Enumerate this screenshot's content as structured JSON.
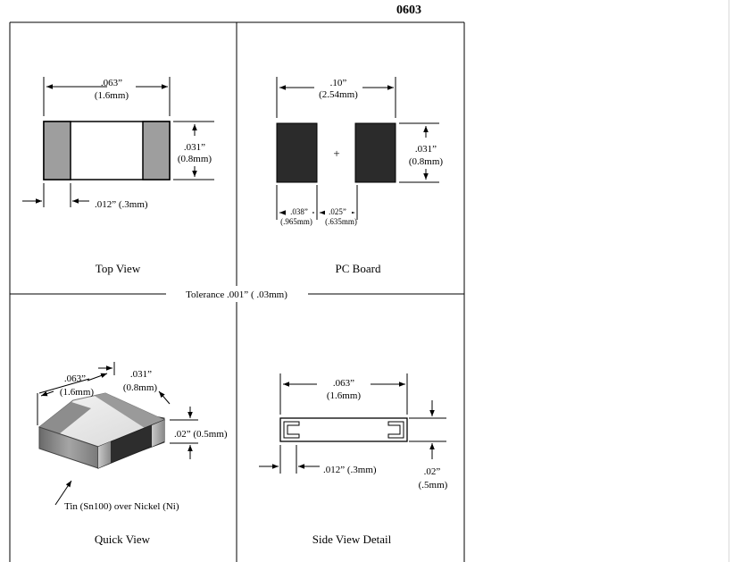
{
  "title": "0603",
  "tolerance": "Tolerance .001” ( .03mm)",
  "top_view": {
    "label": "Top View",
    "length_in": ".063”",
    "length_mm": "(1.6mm)",
    "width_in": ".031”",
    "width_mm": "(0.8mm)",
    "terminal": ".012” (.3mm)"
  },
  "pc_board": {
    "label": "PC Board",
    "pitch_in": ".10”",
    "pitch_mm": "(2.54mm)",
    "pad_height_in": ".031”",
    "pad_height_mm": "(0.8mm)",
    "pad_width_in": ".038”",
    "pad_width_mm": "(.965mm)",
    "gap_in": ".025”",
    "gap_mm": "(.635mm)",
    "center_mark": "+"
  },
  "quick_view": {
    "label": "Quick View",
    "length_in": ".063”",
    "length_mm": "(1.6mm)",
    "width_in": ".031”",
    "width_mm": "(0.8mm)",
    "height": ".02”  (0.5mm)",
    "plating": "Tin (Sn100) over Nickel (Ni)"
  },
  "side_view": {
    "label": "Side View Detail",
    "length_in": ".063”",
    "length_mm": "(1.6mm)",
    "terminal": ".012” (.3mm)",
    "height_in": ".02”",
    "height_mm": "(.5mm)"
  }
}
